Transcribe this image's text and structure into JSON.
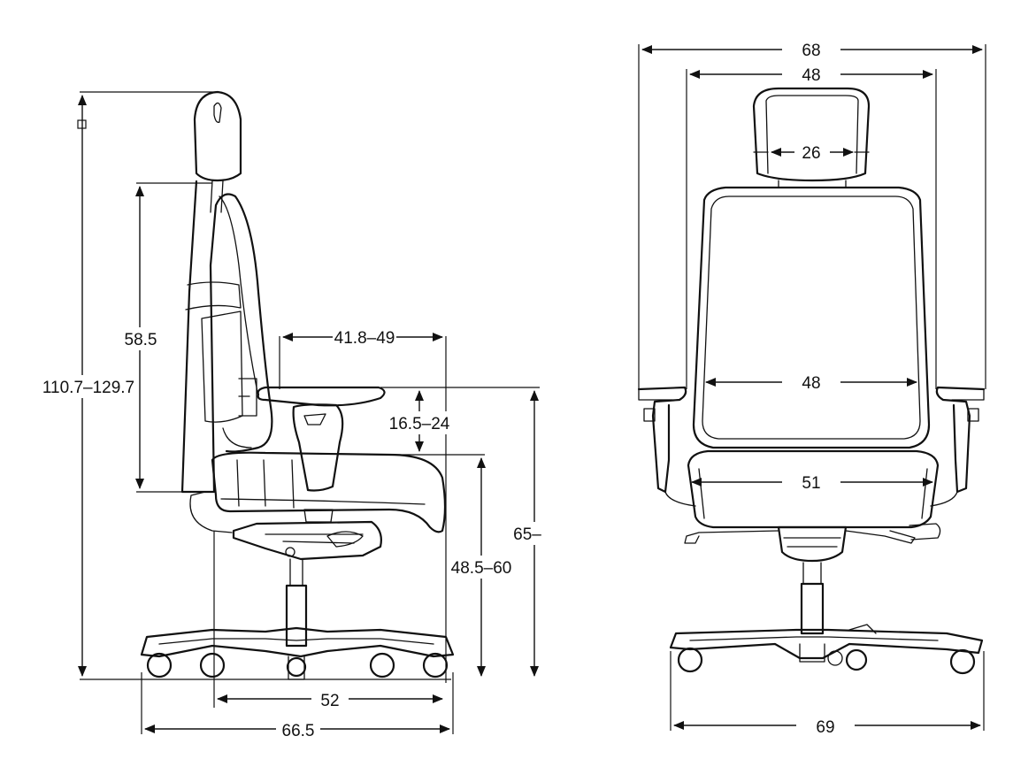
{
  "side_view": {
    "overall_height": "110.7–129.7",
    "backrest_height": "58.5",
    "armrest_depth": "41.8–49",
    "armrest_height": "16.5–24",
    "seat_height": "48.5–60",
    "armrest_floor_height": "65–",
    "inner_base_depth": "52",
    "overall_depth": "66.5"
  },
  "front_view": {
    "overall_width": "68",
    "inner_width": "48",
    "headrest_width": "26",
    "backrest_width": "48",
    "seat_width": "51",
    "base_width": "69"
  }
}
